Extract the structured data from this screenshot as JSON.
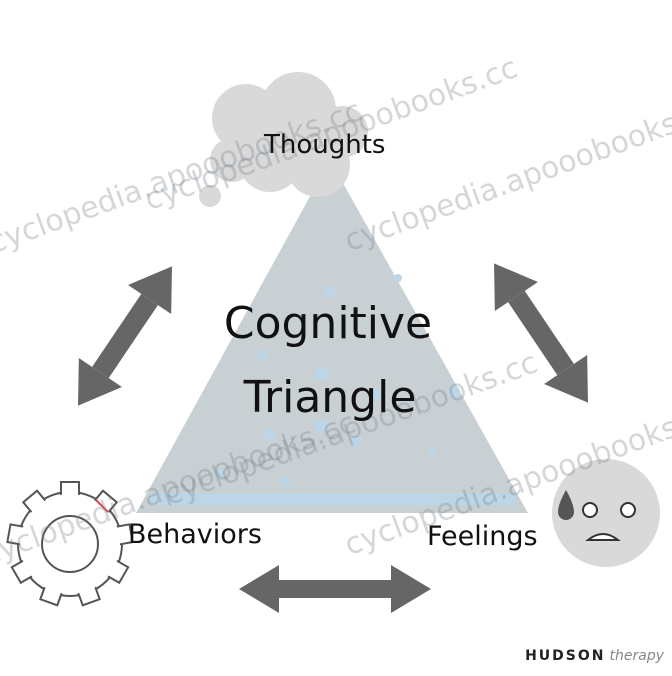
{
  "diagram": {
    "title_line1": "Cognitive",
    "title_line2": "Triangle",
    "nodes": {
      "thoughts": "Thoughts",
      "behaviors": "Behaviors",
      "feelings": "Feelings"
    }
  },
  "watermark": {
    "text": "cyclopedia.apooobooks.cc"
  },
  "brand": {
    "name": "HUDSON",
    "suffix": "therapy"
  },
  "colors": {
    "triangle_fill": "#c9d0d4",
    "triangle_dots": "#bcd6e8",
    "arrow": "#666666",
    "icon_gray": "#d9d9d9",
    "teardrop": "#555555"
  },
  "icons": [
    "thought-cloud-icon",
    "gear-icon",
    "sad-face-icon",
    "teardrop-icon",
    "double-arrow-icon"
  ]
}
